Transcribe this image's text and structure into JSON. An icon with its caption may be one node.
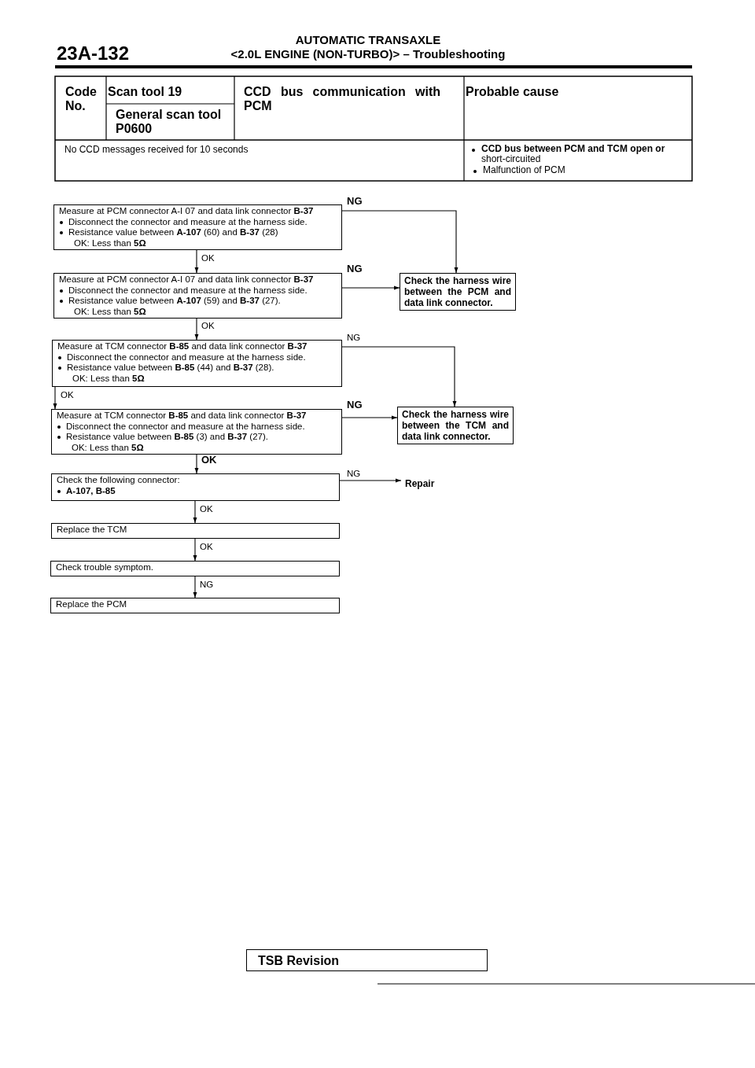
{
  "diagram": {
    "title": "AUTOMATIC TRANSAXLE",
    "nodes": [
      {
        "text": [
          "Measure at PCM connector A-I 07 and data link connector **B-37**",
          "Disconnect the connector and measure at the harness side.",
          "Resistance value between **A-107** (60) and **B-37** (28)",
          "OK: Less than **5Ω**"
        ]
      },
      {
        "text": [
          "Measure at PCM connector A-I 07 and data link connector **B-37**",
          "Disconnect the connector and measure at the harness side.",
          "Resistance value between **A-107** (59) and **B-37** (27).",
          "OK: Less than **5Ω**"
        ]
      },
      {
        "text": [
          "Check the harness wire between the PCM and data link connector."
        ]
      },
      {
        "text": [
          "Measure at TCM connector **B-85** and data link connector **B-37**",
          "Disconnect the connector and measure at the harness side.",
          "Resistance value between **B-85** (44) and **B-37** (28).",
          "OK: Less than **5Ω**"
        ]
      },
      {
        "text": [
          "Measure at TCM connector **B-85** and data link connector **B-37**",
          "Disconnect the connector and measure at the harness side.",
          "Resistance value between **B-85** (3) and **B-37** (27).",
          "OK: Less than **5Ω**"
        ]
      },
      {
        "text": [
          "Check the harness wire between the TCM and data link connector."
        ]
      },
      {
        "text": [
          "Check the following connector:",
          "A-107, B-85"
        ]
      },
      {
        "text": [
          "Repair"
        ]
      },
      {
        "text": [
          "Replace the TCM"
        ]
      },
      {
        "text": [
          "Check trouble symptom."
        ]
      },
      {
        "text": [
          "Replace the PCM"
        ]
      }
    ],
    "edges": [
      {
        "from": 0,
        "to": 2,
        "arrow": "to",
        "label": "NG"
      },
      {
        "from": 0,
        "to": 1,
        "arrow": "to",
        "label": "OK"
      },
      {
        "from": 1,
        "to": 2,
        "arrow": "to",
        "label": "NG"
      },
      {
        "from": 1,
        "to": 3,
        "arrow": "to",
        "label": "OK"
      },
      {
        "from": 3,
        "to": 5,
        "arrow": "to",
        "label": "NG"
      },
      {
        "from": 3,
        "to": 4,
        "arrow": "to",
        "label": "OK"
      },
      {
        "from": 4,
        "to": 5,
        "arrow": "to",
        "label": "NG"
      },
      {
        "from": 4,
        "to": 6,
        "arrow": "to",
        "label": "OK"
      },
      {
        "from": 6,
        "to": 7,
        "arrow": "to",
        "label": "NG"
      },
      {
        "from": 6,
        "to": 8,
        "arrow": "to",
        "label": "OK"
      },
      {
        "from": 8,
        "to": 9,
        "arrow": "to",
        "label": "OK"
      },
      {
        "from": 9,
        "to": 10,
        "arrow": "to",
        "label": "NG"
      }
    ],
    "labels": [
      "23A-132",
      "<2.0L ENGINE (NON-TURBO)> – Troubleshooting",
      "Code No.",
      "Scan tool 19",
      "General scan tool P0600",
      "CCD bus communication with PCM",
      "Probable cause",
      "No CCD messages received for 10 seconds",
      "**CCD bus between PCM and TCM open or** short-circuited",
      "Malfunction of PCM",
      "TSB Revision"
    ]
  }
}
